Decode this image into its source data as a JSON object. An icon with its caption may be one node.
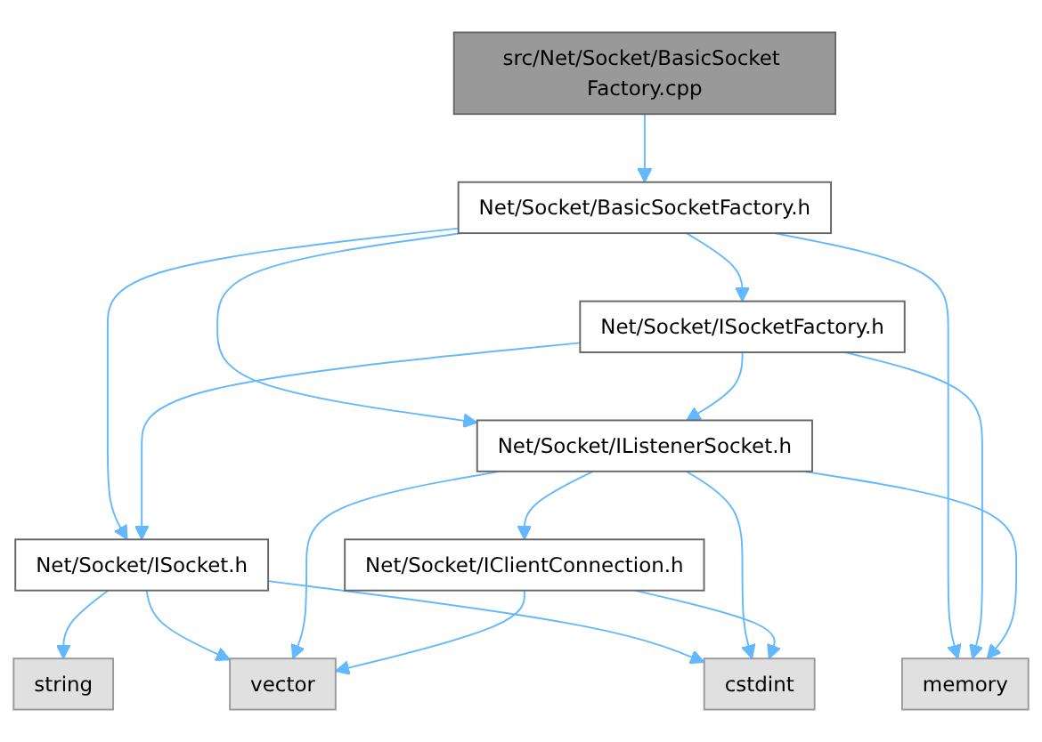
{
  "diagram": {
    "nodes": [
      {
        "text": [
          "src/Net/Socket/BasicSocket Factory.cpp"
        ]
      },
      {
        "text": [
          "Net/Socket/BasicSocketFactory.h"
        ]
      },
      {
        "text": [
          "Net/Socket/ISocketFactory.h"
        ]
      },
      {
        "text": [
          "Net/Socket/ISocket.h"
        ]
      },
      {
        "text": [
          "Net/Socket/IListenerSocket.h"
        ]
      },
      {
        "text": [
          "string"
        ]
      },
      {
        "text": [
          "memory"
        ]
      },
      {
        "text": [
          "Net/Socket/IClientConnection.h"
        ]
      },
      {
        "text": [
          "vector"
        ]
      },
      {
        "text": [
          "cstdint"
        ]
      }
    ],
    "edges": [
      {
        "from": 0,
        "to": 1,
        "arrow": "to"
      },
      {
        "from": 1,
        "to": 3,
        "arrow": "to"
      },
      {
        "from": 1,
        "to": 2,
        "arrow": "to"
      },
      {
        "from": 1,
        "to": 6,
        "arrow": "to"
      },
      {
        "from": 1,
        "to": 4,
        "arrow": "to"
      },
      {
        "from": 2,
        "to": 3,
        "arrow": "to"
      },
      {
        "from": 2,
        "to": 6,
        "arrow": "to"
      },
      {
        "from": 2,
        "to": 4,
        "arrow": "to"
      },
      {
        "from": 3,
        "to": 5,
        "arrow": "to"
      },
      {
        "from": 3,
        "to": 8,
        "arrow": "to"
      },
      {
        "from": 3,
        "to": 9,
        "arrow": "to"
      },
      {
        "from": 4,
        "to": 6,
        "arrow": "to"
      },
      {
        "from": 4,
        "to": 8,
        "arrow": "to"
      },
      {
        "from": 4,
        "to": 7,
        "arrow": "to"
      },
      {
        "from": 4,
        "to": 9,
        "arrow": "to"
      },
      {
        "from": 7,
        "to": 8,
        "arrow": "to"
      },
      {
        "from": 7,
        "to": 9,
        "arrow": "to"
      }
    ]
  }
}
